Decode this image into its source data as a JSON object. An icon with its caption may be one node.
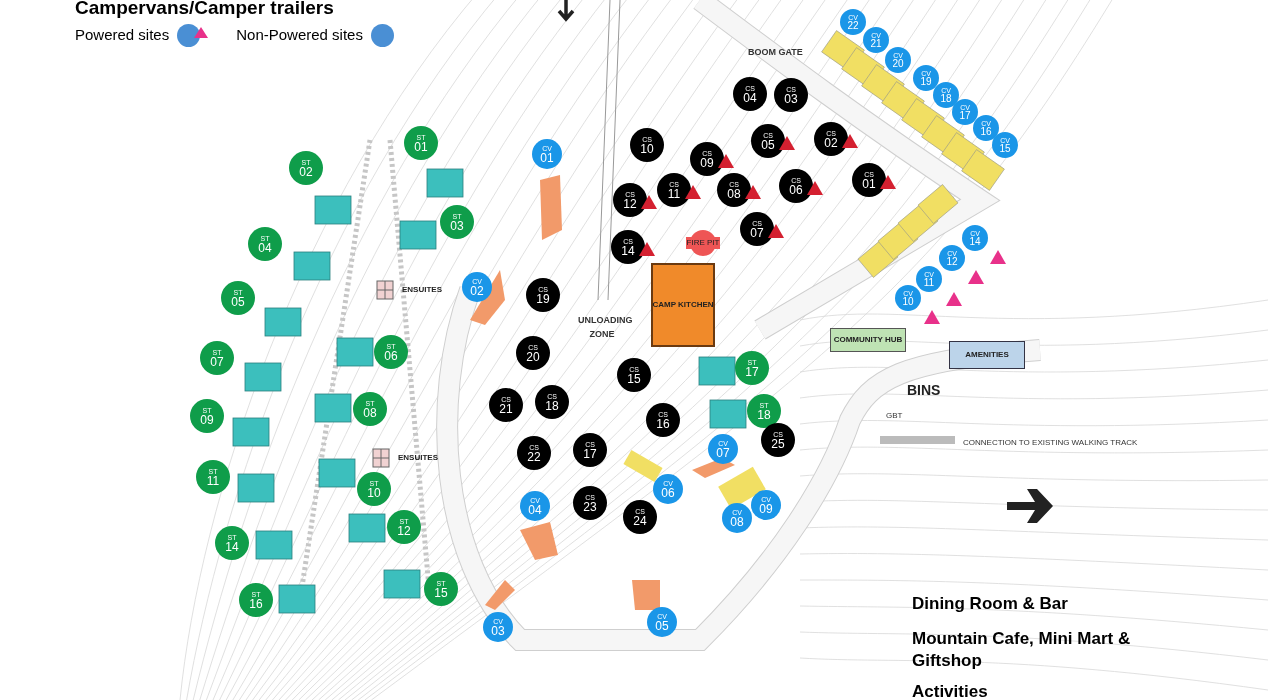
{
  "diagram": {
    "title": "Campervans/Camper trailers",
    "nodes": [
      {
        "text": [
          "ST",
          "01"
        ]
      },
      {
        "text": [
          "ST",
          "02"
        ]
      },
      {
        "text": [
          "ST",
          "03"
        ]
      },
      {
        "text": [
          "ST",
          "04"
        ]
      },
      {
        "text": [
          "ST",
          "05"
        ]
      },
      {
        "text": [
          "ST",
          "06"
        ]
      },
      {
        "text": [
          "ST",
          "07"
        ]
      },
      {
        "text": [
          "ST",
          "08"
        ]
      },
      {
        "text": [
          "ST",
          "09"
        ]
      },
      {
        "text": [
          "ST",
          "10"
        ]
      },
      {
        "text": [
          "ST",
          "11"
        ]
      },
      {
        "text": [
          "ST",
          "12"
        ]
      },
      {
        "text": [
          "ST",
          "14"
        ]
      },
      {
        "text": [
          "ST",
          "15"
        ]
      },
      {
        "text": [
          "ST",
          "16"
        ]
      },
      {
        "text": [
          "ST",
          "17"
        ]
      },
      {
        "text": [
          "ST",
          "18"
        ]
      },
      {
        "text": [
          "CV",
          "01"
        ]
      },
      {
        "text": [
          "CV",
          "02"
        ]
      },
      {
        "text": [
          "CV",
          "03"
        ]
      },
      {
        "text": [
          "CV",
          "04"
        ]
      },
      {
        "text": [
          "CV",
          "05"
        ]
      },
      {
        "text": [
          "CV",
          "06"
        ]
      },
      {
        "text": [
          "CV",
          "07"
        ]
      },
      {
        "text": [
          "CV",
          "08"
        ]
      },
      {
        "text": [
          "CV",
          "09"
        ]
      },
      {
        "text": [
          "CV",
          "10"
        ]
      },
      {
        "text": [
          "CV",
          "11"
        ]
      },
      {
        "text": [
          "CV",
          "12"
        ]
      },
      {
        "text": [
          "CV",
          "14"
        ]
      },
      {
        "text": [
          "CV",
          "15"
        ]
      },
      {
        "text": [
          "CV",
          "16"
        ]
      },
      {
        "text": [
          "CV",
          "17"
        ]
      },
      {
        "text": [
          "CV",
          "18"
        ]
      },
      {
        "text": [
          "CV",
          "19"
        ]
      },
      {
        "text": [
          "CV",
          "20"
        ]
      },
      {
        "text": [
          "CV",
          "21"
        ]
      },
      {
        "text": [
          "CV",
          "22"
        ]
      },
      {
        "text": [
          "CS",
          "01"
        ]
      },
      {
        "text": [
          "CS",
          "02"
        ]
      },
      {
        "text": [
          "CS",
          "03"
        ]
      },
      {
        "text": [
          "CS",
          "04"
        ]
      },
      {
        "text": [
          "CS",
          "05"
        ]
      },
      {
        "text": [
          "CS",
          "06"
        ]
      },
      {
        "text": [
          "CS",
          "07"
        ]
      },
      {
        "text": [
          "CS",
          "08"
        ]
      },
      {
        "text": [
          "CS",
          "09"
        ]
      },
      {
        "text": [
          "CS",
          "10"
        ]
      },
      {
        "text": [
          "CS",
          "11"
        ]
      },
      {
        "text": [
          "CS",
          "12"
        ]
      },
      {
        "text": [
          "CS",
          "14"
        ]
      },
      {
        "text": [
          "CS",
          "15"
        ]
      },
      {
        "text": [
          "CS",
          "16"
        ]
      },
      {
        "text": [
          "CS",
          "17"
        ]
      },
      {
        "text": [
          "CS",
          "18"
        ]
      },
      {
        "text": [
          "CS",
          "19"
        ]
      },
      {
        "text": [
          "CS",
          "20"
        ]
      },
      {
        "text": [
          "CS",
          "21"
        ]
      },
      {
        "text": [
          "CS",
          "22"
        ]
      },
      {
        "text": [
          "CS",
          "23"
        ]
      },
      {
        "text": [
          "CS",
          "24"
        ]
      },
      {
        "text": [
          "CS",
          "25"
        ]
      },
      {
        "text": [
          "FIRE PIT"
        ]
      },
      {
        "text": [
          "CAMP KITCHEN"
        ]
      },
      {
        "text": [
          "COMMUNITY HUB"
        ]
      },
      {
        "text": [
          "AMENITIES"
        ]
      },
      {
        "text": [
          "ENSUITES"
        ]
      },
      {
        "text": [
          "ENSUITES"
        ]
      }
    ],
    "labels": [
      "BOOM GATE",
      "UNLOADING ZONE",
      "BINS",
      "GBT",
      "CONNECTION TO EXISTING WALKING TRACK",
      "Dining Room & Bar",
      "Mountain Cafe, Mini Mart & Giftshop",
      "Activities"
    ],
    "legend": [
      {
        "text": "Powered sites"
      },
      {
        "text": "Non-Powered sites",
        "color": "#4a8fd4"
      }
    ]
  }
}
